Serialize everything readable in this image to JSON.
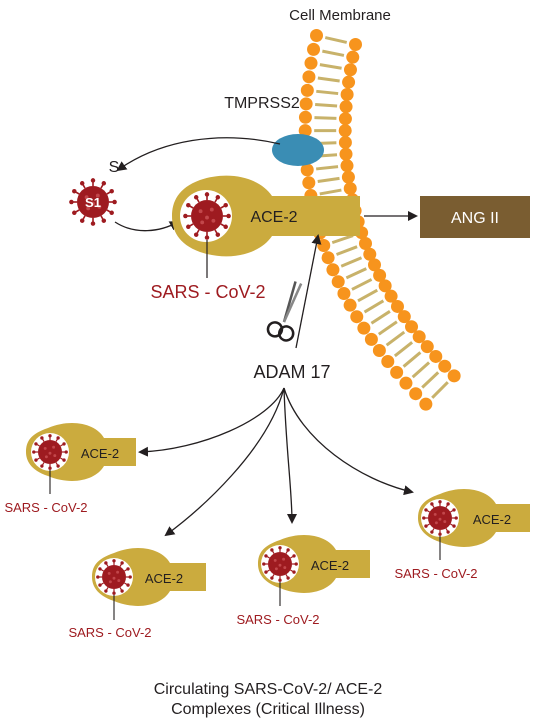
{
  "labels": {
    "cell_membrane": "Cell Membrane",
    "tmprss2": "TMPRSS2",
    "s": "S",
    "s1": "S1",
    "ace2_main": "ACE-2",
    "ang_ii": "ANG II",
    "sars_main": "SARS - CoV-2",
    "adam17": "ADAM 17",
    "complexes": [
      {
        "ace2": "ACE-2",
        "sars": "SARS - CoV-2"
      },
      {
        "ace2": "ACE-2",
        "sars": "SARS - CoV-2"
      },
      {
        "ace2": "ACE-2",
        "sars": "SARS - CoV-2"
      },
      {
        "ace2": "ACE-2",
        "sars": "SARS - CoV-2"
      }
    ],
    "caption_line1": "Circulating SARS-CoV-2/ ACE-2",
    "caption_line2": "Complexes (Critical Illness)"
  },
  "colors": {
    "membrane_head": "#f7941d",
    "membrane_tail": "#c8b26a",
    "tmprss2": "#3a8db4",
    "ace2": "#cbab3e",
    "ang_ii_box": "#7a5d31",
    "ang_ii_text": "#ffffff",
    "virus": "#9e1b20",
    "sars_text": "#9e1b20",
    "line": "#231f20"
  }
}
